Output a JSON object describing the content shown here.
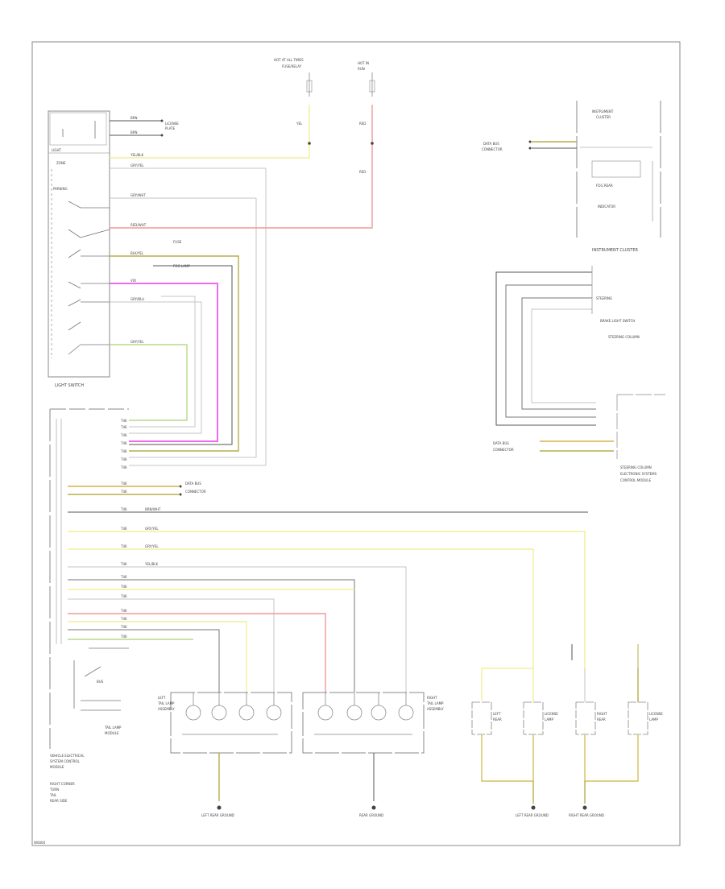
{
  "corner_id": "W0000",
  "components": {
    "light_switch": "LIGHT SWITCH",
    "instrument_cluster": "INSTRUMENT CLUSTER",
    "central_module": [
      "VEHICLE ELECTRICAL",
      "SYSTEM CONTROL",
      "MODULE"
    ],
    "left_tail": "LEFT TAIL LAMP ASSEMBLY",
    "right_tail": "RIGHT TAIL LAMP ASSEMBLY"
  },
  "grounds": [
    "LEFT REAR GROUND",
    "REAR GROUND",
    "LEFT REAR GROUND",
    "RIGHT REAR GROUND"
  ],
  "wire_colors": {
    "red": "#ef9a9a",
    "yellow": "#f2ee9a",
    "magenta": "#ee6bee",
    "olive": "#b7ad4a",
    "green": "#b7d98a",
    "grey": "#c6c6c6",
    "dark": "#555555",
    "frame": "#8a8a8a"
  }
}
